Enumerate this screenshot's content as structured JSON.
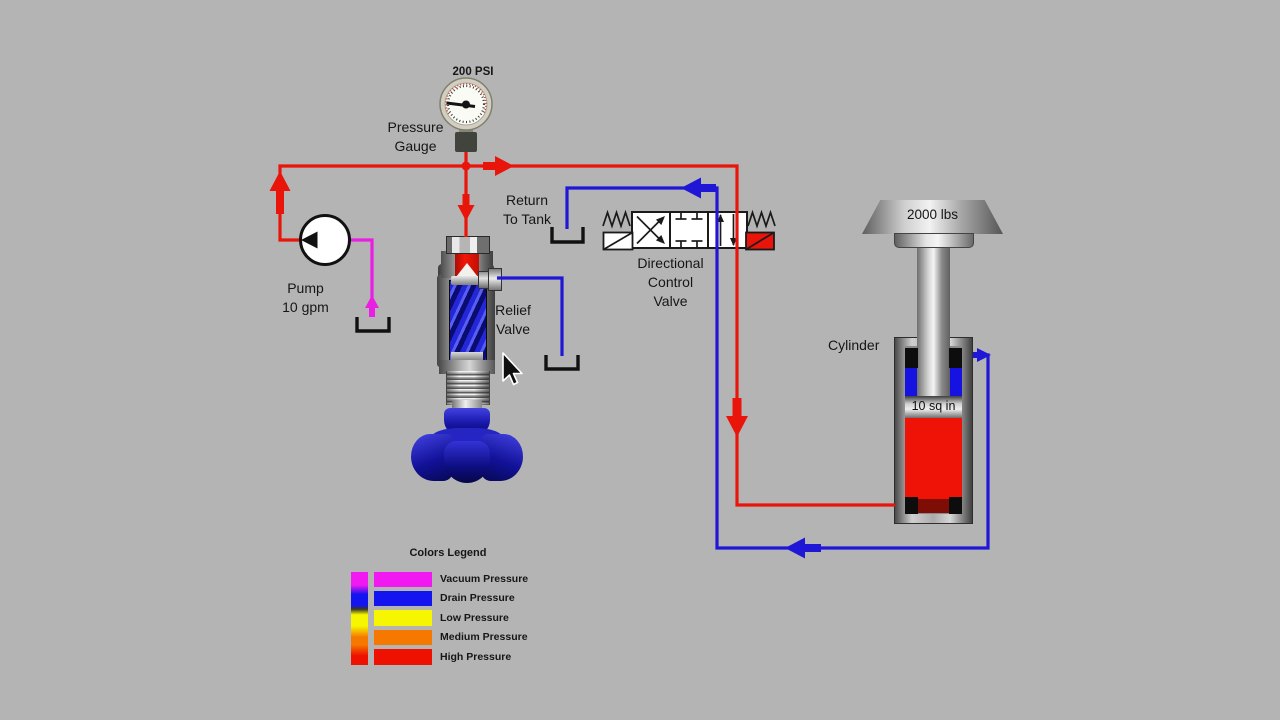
{
  "colors": {
    "background": "#b5b4b5",
    "high_pressure_line": "#e9150b",
    "drain_line": "#2017d6",
    "vacuum_line": "#ea1fe4",
    "active_solenoid": "#e9150b"
  },
  "pressure_gauge": {
    "reading": "200 PSI",
    "label_line1": "Pressure",
    "label_line2": "Gauge"
  },
  "pump": {
    "label_line1": "Pump",
    "label_line2": "10 gpm"
  },
  "return_to_tank": {
    "label_line1": "Return",
    "label_line2": "To Tank"
  },
  "relief_valve": {
    "label_line1": "Relief",
    "label_line2": "Valve"
  },
  "directional_control_valve": {
    "label_line1": "Directional",
    "label_line2": "Control",
    "label_line3": "Valve"
  },
  "cylinder": {
    "label": "Cylinder",
    "load_label": "2000 lbs",
    "piston_area_label": "10 sq in"
  },
  "legend": {
    "title": "Colors Legend",
    "items": [
      {
        "label": "Vacuum Pressure",
        "color": "#f218f2"
      },
      {
        "label": "Drain Pressure",
        "color": "#1414f0"
      },
      {
        "label": "Low Pressure",
        "color": "#f6f600"
      },
      {
        "label": "Medium Pressure",
        "color": "#f57900"
      },
      {
        "label": "High Pressure",
        "color": "#ee1100"
      }
    ]
  },
  "icons": {
    "cursor": "mouse-arrow-pointer"
  }
}
